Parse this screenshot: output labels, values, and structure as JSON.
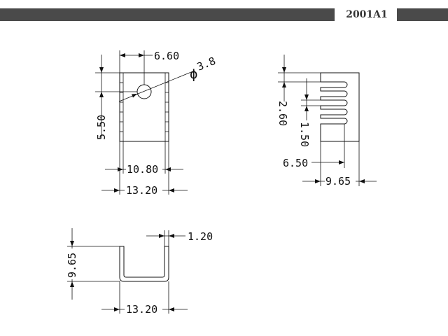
{
  "header": {
    "part_number": "2001A1",
    "bar_color": "#4a4a4a"
  },
  "front_view": {
    "dim_top_width": "6.60",
    "dim_hole_diameter": "3.8",
    "diameter_symbol": "ϕ",
    "dim_left_height": "5.50",
    "dim_inner_width": "10.80",
    "dim_overall_width": "13.20"
  },
  "side_view": {
    "dim_slot_pitch": "2.60",
    "dim_slot_width": "1.50",
    "dim_slot_depth": "6.50",
    "dim_overall_depth": "9.65"
  },
  "bottom_view": {
    "dim_thickness": "1.20",
    "dim_height": "9.65",
    "dim_width": "13.20"
  }
}
